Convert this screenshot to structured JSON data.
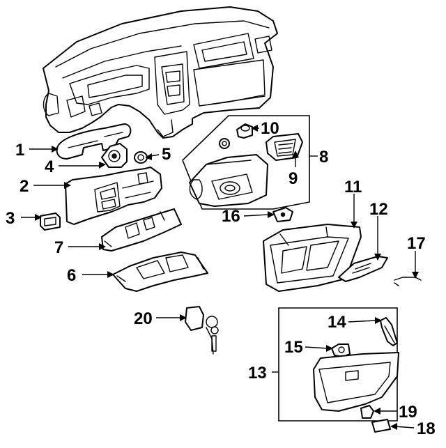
{
  "callouts": [
    {
      "id": "1",
      "label": "1"
    },
    {
      "id": "2",
      "label": "2"
    },
    {
      "id": "3",
      "label": "3"
    },
    {
      "id": "4",
      "label": "4"
    },
    {
      "id": "5",
      "label": "5"
    },
    {
      "id": "6",
      "label": "6"
    },
    {
      "id": "7",
      "label": "7"
    },
    {
      "id": "8",
      "label": "8"
    },
    {
      "id": "9",
      "label": "9"
    },
    {
      "id": "10",
      "label": "10"
    },
    {
      "id": "11",
      "label": "11"
    },
    {
      "id": "12",
      "label": "12"
    },
    {
      "id": "13",
      "label": "13"
    },
    {
      "id": "14",
      "label": "14"
    },
    {
      "id": "15",
      "label": "15"
    },
    {
      "id": "16",
      "label": "16"
    },
    {
      "id": "17",
      "label": "17"
    },
    {
      "id": "18",
      "label": "18"
    },
    {
      "id": "19",
      "label": "19"
    },
    {
      "id": "20",
      "label": "20"
    }
  ],
  "colors": {
    "ink": "#000000",
    "paper": "#ffffff"
  }
}
